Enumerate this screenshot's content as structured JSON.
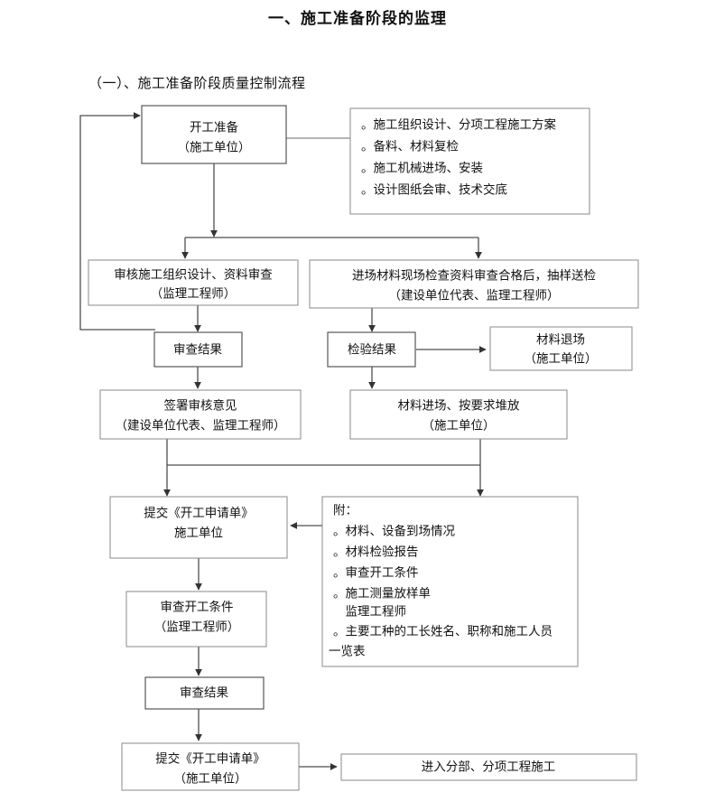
{
  "document": {
    "title": "一、施工准备阶段的监理",
    "subtitle": "（一）、施工准备阶段质量控制流程"
  },
  "flowchart": {
    "type": "flowchart",
    "orientation": "top-to-bottom",
    "nodes": {
      "start_prep": {
        "line1": "开工准备",
        "line2": "（施工单位）"
      },
      "prep_items": {
        "items": [
          "。施工组织设计、分项工程施工方案",
          "。备料、材料复检",
          "。施工机械进场、安装",
          "。设计图纸会审、技术交底"
        ]
      },
      "review_design": {
        "line1": "审核施工组织设计、资料审查",
        "line2": "（监理工程师）"
      },
      "material_inspect": {
        "line1": "进场材料现场检查资料审查合格后，抽样送检",
        "line2": "（建设单位代表、监理工程师）"
      },
      "review_result_1": {
        "line1": "审查结果"
      },
      "test_result": {
        "line1": "检验结果"
      },
      "material_return": {
        "line1": "材料退场",
        "line2": "（施工单位）"
      },
      "sign_opinion": {
        "line1": "签署审核意见",
        "line2": "（建设单位代表、监理工程师）"
      },
      "material_enter": {
        "line1": "材料进场、按要求堆放",
        "line2": "（施工单位）"
      },
      "submit_application_1": {
        "line1": "提交《开工申请单》",
        "line2": "施工单位"
      },
      "attachment": {
        "header": "附：",
        "items": [
          "。材料、设备到场情况",
          "。材料检验报告",
          "。审查开工条件",
          "。施工测量放样单",
          "　监理工程师",
          "。主要工种的工长姓名、职称和施工人员",
          "一览表"
        ]
      },
      "review_conditions": {
        "line1": "审查开工条件",
        "line2": "（监理工程师）"
      },
      "review_result_2": {
        "line1": "审查结果"
      },
      "submit_application_2": {
        "line1": "提交《开工申请单》",
        "line2": "（施工单位）"
      },
      "enter_construction": {
        "line1": "进入分部、分项工程施工"
      }
    },
    "colors": {
      "box_border": "#8a8a8a",
      "box_border_dark": "#575757",
      "edge": "#4d4d4d",
      "text": "#111111",
      "background": "#ffffff"
    }
  }
}
